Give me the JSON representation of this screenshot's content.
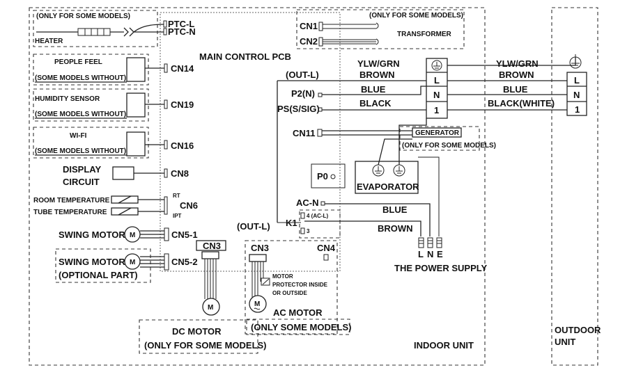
{
  "diagram": {
    "heater": {
      "note": "(ONLY FOR SOME MODELS)",
      "label": "HEATER",
      "ptc_l": "PTC-L",
      "ptc_n": "PTC-N"
    },
    "main_pcb": "MAIN CONTROL PCB",
    "people_feel": {
      "label": "PEOPLE FEEL",
      "note": "(SOME MODELS WITHOUT)",
      "port": "CN14"
    },
    "humidity": {
      "label": "HUMIDITY SENSOR",
      "note": "(SOME MODELS WITHOUT)",
      "port": "CN19"
    },
    "wifi": {
      "label": "WI-FI",
      "note": "(SOME MODELS WITHOUT)",
      "port": "CN16"
    },
    "display": {
      "line1": "DISPLAY",
      "line2": "CIRCUIT",
      "port": "CN8"
    },
    "temps": {
      "room": "ROOM TEMPERATURE",
      "tube": "TUBE TEMPERATURE",
      "rt": "RT",
      "ipt": "IPT",
      "port": "CN6"
    },
    "swing1": {
      "label": "SWING MOTOR",
      "port": "CN5-1",
      "m": "M"
    },
    "swing2": {
      "label": "SWING MOTOR",
      "note": "(OPTIONAL PART)",
      "port": "CN5-2",
      "m": "M"
    },
    "transformer": {
      "note": "(ONLY FOR SOME MODELS)",
      "label": "TRANSFORMER",
      "cn1": "CN1",
      "cn2": "CN2"
    },
    "wires": {
      "ylwgrn": "YLW/GRN",
      "brown": "BROWN",
      "blue": "BLUE",
      "black": "BLACK",
      "out_l": "(OUT-L)",
      "p2n": "P2(N)",
      "ps": "PS(S/SIG)",
      "ylwgrn_r": "YLW/GRN",
      "brown_r": "BROWN",
      "blue_r": "BLUE",
      "black_white": "BLACK(WHITE)"
    },
    "terminals": {
      "l": "L",
      "n": "N",
      "one": "1"
    },
    "outdoor_terminals": {
      "l": "L",
      "n": "N",
      "one": "1"
    },
    "cn11": "CN11",
    "generator": {
      "label": "GENERATOR",
      "note": "(ONLY FOR SOME MODELS)"
    },
    "evaporator": "EVAPORATOR",
    "p0": "P0",
    "acn": "AC-N",
    "k1": {
      "label": "K1",
      "pin4": "4 (AC-L)",
      "pin3": "3"
    },
    "out_l2": "(OUT-L)",
    "supply": {
      "blue": "BLUE",
      "brown": "BROWN",
      "l": "L",
      "n": "N",
      "e": "E",
      "label": "THE POWER SUPPLY"
    },
    "dc_motor": {
      "port": "CN3",
      "label": "DC MOTOR",
      "note": "(ONLY FOR SOME MODELS)",
      "m": "M"
    },
    "ac_motor": {
      "port": "CN3",
      "port2": "CN4",
      "protector1": "MOTOR",
      "protector2": "PROTECTOR INSIDE",
      "protector3": "OR OUTSIDE",
      "label": "AC MOTOR",
      "note": "(ONLY SOME MODELS)",
      "m": "M"
    },
    "indoor": "INDOOR UNIT",
    "outdoor1": "OUTDOOR",
    "outdoor2": "UNIT"
  }
}
